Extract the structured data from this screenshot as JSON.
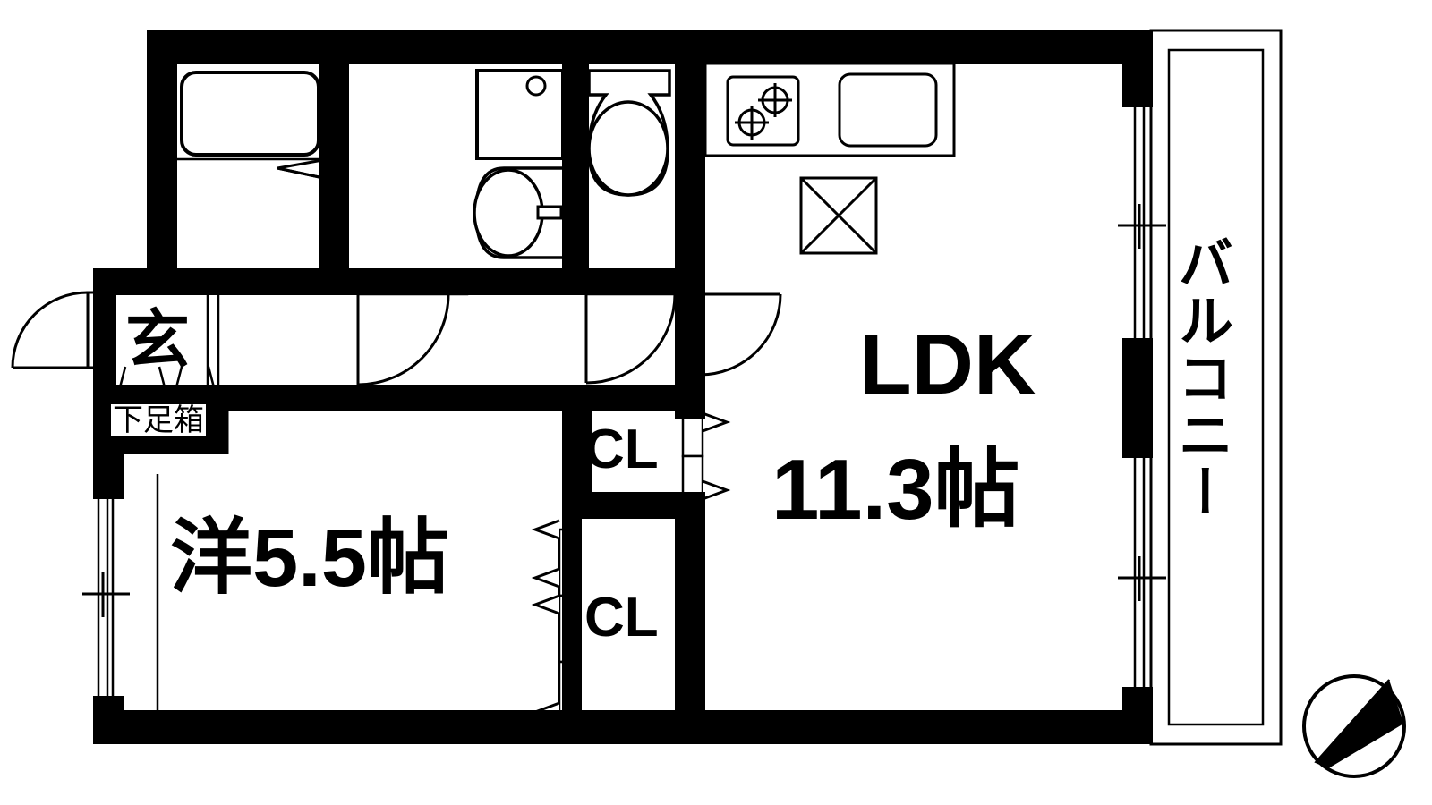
{
  "plan": {
    "type": "apartment-floor-plan",
    "orientation_marker": "north-arrow-northeast",
    "rooms": [
      {
        "id": "ldk",
        "name": "LDK",
        "area_label": "11.3帖",
        "area_tatami": 11.3
      },
      {
        "id": "western-room",
        "name": "洋",
        "area_label": "洋5.5帖",
        "area_tatami": 5.5
      },
      {
        "id": "genkan",
        "name": "玄",
        "sub_label": "下足箱"
      },
      {
        "id": "closet-upper",
        "name": "CL"
      },
      {
        "id": "closet-lower",
        "name": "CL"
      },
      {
        "id": "balcony",
        "name": "バルコニー"
      }
    ]
  },
  "labels": {
    "ldk_name": "LDK",
    "ldk_area": "11.3帖",
    "room_area": "洋5.5帖",
    "closet_upper": "CL",
    "closet_lower": "CL",
    "genkan": "玄",
    "shoebox": "下足箱",
    "balcony": "バルコニー"
  },
  "fixtures": [
    {
      "name": "bathtub",
      "room": "bathroom"
    },
    {
      "name": "mirror-cabinet",
      "room": "washroom"
    },
    {
      "name": "washbasin",
      "room": "washroom"
    },
    {
      "name": "toilet",
      "room": "toilet"
    },
    {
      "name": "gas-stove-two-burner",
      "room": "kitchen"
    },
    {
      "name": "kitchen-sink",
      "room": "kitchen"
    },
    {
      "name": "refrigerator-space",
      "room": "kitchen"
    },
    {
      "name": "shoe-cabinet",
      "room": "genkan"
    }
  ],
  "colors": {
    "wall": "#000000",
    "line": "#000000",
    "background": "#ffffff"
  }
}
